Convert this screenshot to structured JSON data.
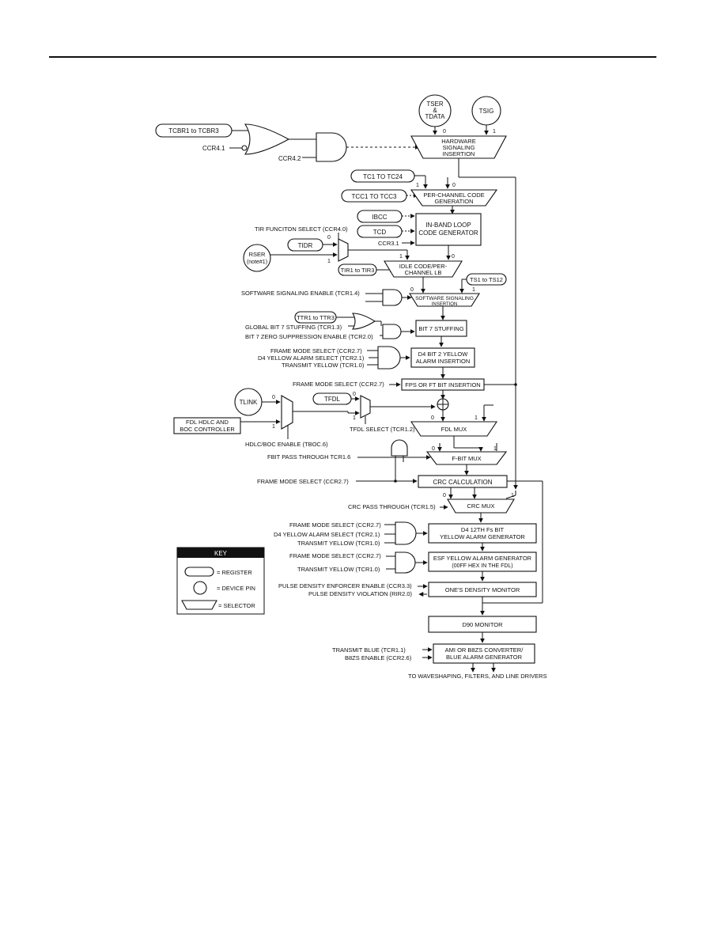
{
  "pins": {
    "tser_line1": "TSER",
    "tser_line2": "&",
    "tser_line3": "TDATA",
    "tsig": "TSIG",
    "rser_line1": "RSER",
    "rser_line2": "(note#1)",
    "tlink": "TLINK"
  },
  "registers": {
    "tcbr": "TCBR1 to TCBR3",
    "tc": "TC1 TO TC24",
    "tcc": "TCC1 TO TCC3",
    "ibcc": "IBCC",
    "tcd": "TCD",
    "tidr": "TIDR",
    "tir": "TIR1 to TIR3",
    "ts": "TS1 to TS12",
    "ttr": "TTR1 to TTR3",
    "tfdl": "TFDL"
  },
  "blocks": {
    "hw_sig_line1": "HARDWARE",
    "hw_sig_line2": "SIGNALING",
    "hw_sig_line3": "INSERTION",
    "per_channel_line1": "PER-CHANNEL CODE",
    "per_channel_line2": "GENERATION",
    "inband_line1": "IN-BAND LOOP",
    "inband_line2": "CODE GENERATOR",
    "idle_line1": "IDLE CODE/PER-",
    "idle_line2": "CHANNEL LB",
    "sw_sig_line1": "SOFTWARE SIGNALING",
    "sw_sig_line2": "INSERTION",
    "bit7": "BIT 7 STUFFING",
    "d4_bit2_line1": "D4 BIT 2 YELLOW",
    "d4_bit2_line2": "ALARM INSERTION",
    "fps": "FPS OR FT BIT INSERTION",
    "fdl_hdlc_line1": "FDL HDLC AND",
    "fdl_hdlc_line2": "BOC CONTROLLER",
    "fdl_mux": "FDL MUX",
    "fbit_mux": "F-BIT MUX",
    "crc_calc": "CRC CALCULATION",
    "crc_mux": "CRC MUX",
    "d4_12th_line1": "D4 12TH Fs BIT",
    "d4_12th_line2": "YELLOW ALARM GENERATOR",
    "esf_line1": "ESF YELLOW ALARM GENERATOR",
    "esf_line2": "(00FF HEX IN THE FDL)",
    "ones_density": "ONE'S DENSITY MONITOR",
    "b8zs_monitor": "D90 MONITOR",
    "ami_line1": "AMI OR B8ZS CONVERTER/",
    "ami_line2": "BLUE ALARM GENERATOR"
  },
  "labels": {
    "ccr41": "CCR4.1",
    "ccr42": "CCR4.2",
    "ccr31": "CCR3.1",
    "tir_function": "TIR FUNCITON SELECT (CCR4.0)",
    "sw_sig_enable": "SOFTWARE SIGNALING ENABLE (TCR1.4)",
    "global_bit7": "GLOBAL BIT 7 STUFFING (TCR1.3)",
    "bit7_zero": "BIT 7 ZERO SUPPRESSION ENABLE (TCR2.0)",
    "frame_mode_ccr27": "FRAME MODE SELECT (CCR2.7)",
    "d4_yellow_tcr21": "D4 YELLOW ALARM SELECT (TCR2.1)",
    "transmit_yellow_tcr10": "TRANSMIT YELLOW (TCR1.0)",
    "frame_mode_fps": "FRAME MODE SELECT (CCR2.7)",
    "hdlc_boc_enable": "HDLC/BOC ENABLE (TBOC.6)",
    "tfdl_select": "TFDL SELECT (TCR1.2)",
    "fbit_pass": "FBIT PASS THROUGH TCR1.6",
    "frame_mode_crc": "FRAME MODE SELECT (CCR2.7)",
    "crc_pass": "CRC PASS THROUGH (TCR1.5)",
    "frame_mode_d4": "FRAME MODE SELECT (CCR2.7)",
    "d4_yellow_d4": "D4 YELLOW ALARM SELECT (TCR2.1)",
    "transmit_yellow_d4": "TRANSMIT YELLOW (TCR1.0)",
    "frame_mode_esf": "FRAME MODE SELECT (CCR2.7)",
    "transmit_yellow_esf": "TRANSMIT YELLOW (TCR1.0)",
    "pulse_density_enf": "PULSE DENSITY ENFORCER ENABLE (CCR3.3)",
    "pulse_density_vio": "PULSE DENSITY VIOLATION (RIR2.0)",
    "transmit_blue": "TRANSMIT BLUE (TCR1.1)",
    "b8zs_enable": "B8ZS ENABLE (CCR2.6)",
    "to_waveshaping": "TO WAVESHAPING, FILTERS, AND LINE DRIVERS",
    "zero": "0",
    "one": "1"
  },
  "key": {
    "title": "KEY",
    "register": "= REGISTER",
    "device_pin": "= DEVICE PIN",
    "selector": "= SELECTOR"
  }
}
